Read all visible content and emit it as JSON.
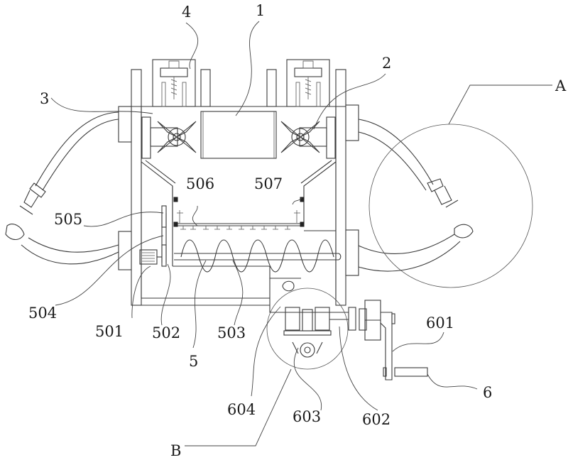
{
  "figure": {
    "type": "patent mechanical drawing",
    "reference_labels": {
      "l1": "1",
      "l2": "2",
      "l3": "3",
      "l4": "4",
      "l5": "5",
      "l6": "6",
      "l501": "501",
      "l502": "502",
      "l503": "503",
      "l504": "504",
      "l505": "505",
      "l506": "506",
      "l507": "507",
      "l601": "601",
      "l602": "602",
      "l603": "603",
      "l604": "604",
      "lA": "A",
      "lB": "B"
    },
    "detail_views": [
      "A",
      "B"
    ]
  }
}
